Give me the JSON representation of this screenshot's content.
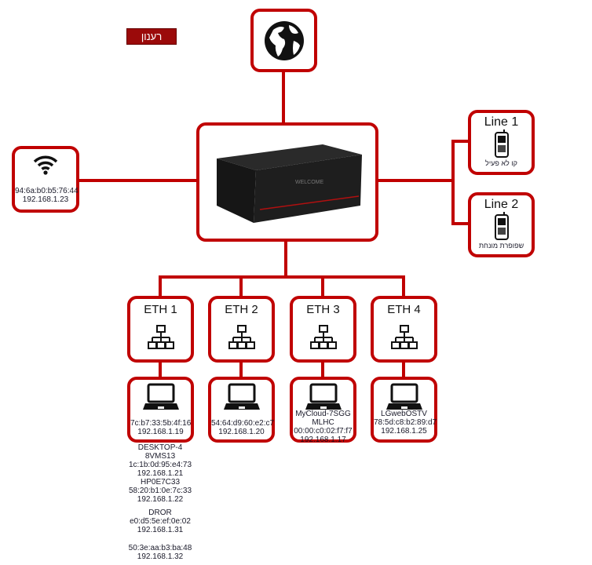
{
  "refresh_label": "רענון",
  "accent": "#c00000",
  "wifi": {
    "icon": "wifi-icon",
    "mac": "94:6a:b0:b5:76:44",
    "ip": "192.168.1.23"
  },
  "lines": [
    {
      "label": "Line 1",
      "status": "קו לא פעיל",
      "icon": "phone-icon"
    },
    {
      "label": "Line 2",
      "status": "שפופרת מונחת",
      "icon": "phone-icon"
    }
  ],
  "router": {
    "screen_text": "WELCOME"
  },
  "eth": [
    {
      "label": "ETH 1",
      "devices": [
        {
          "name": "",
          "mac": "7c:b7:33:5b:4f:16",
          "ip": "192.168.1.19"
        }
      ],
      "extra": [
        {
          "name": "DESKTOP-48VMS13",
          "mac": "1c:1b:0d:95:e4:73",
          "ip": "192.168.1.21"
        },
        {
          "name": "HP0E7C33",
          "mac": "58:20:b1:0e:7c:33",
          "ip": "192.168.1.22"
        },
        {
          "name": "DROR",
          "mac": "e0:d5:5e:ef:0e:02",
          "ip": "192.168.1.31"
        },
        {
          "name": "",
          "mac": "50:3e:aa:b3:ba:48",
          "ip": "192.168.1.32"
        }
      ]
    },
    {
      "label": "ETH 2",
      "devices": [
        {
          "name": "",
          "mac": "54:64:d9:60:e2:c7",
          "ip": "192.168.1.20"
        }
      ]
    },
    {
      "label": "ETH 3",
      "devices": [
        {
          "name": "MyCloud-7SGGMLHC",
          "mac": "00:00:c0:02:f7:f7",
          "ip": "192.168.1.17"
        }
      ]
    },
    {
      "label": "ETH 4",
      "devices": [
        {
          "name": "LGwebOSTV",
          "mac": "78:5d:c8:b2:89:d7",
          "ip": "192.168.1.25"
        }
      ]
    }
  ]
}
